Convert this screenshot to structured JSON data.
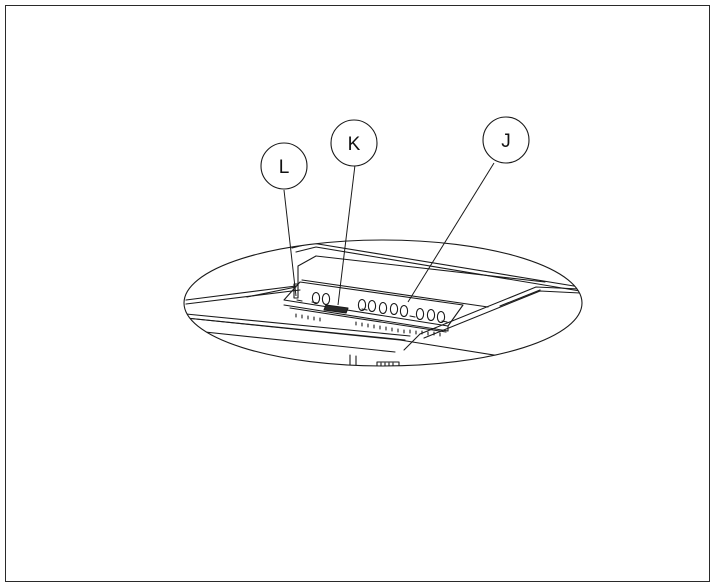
{
  "figure": {
    "callouts": [
      {
        "id": "L",
        "label": "L"
      },
      {
        "id": "K",
        "label": "K"
      },
      {
        "id": "J",
        "label": "J"
      }
    ],
    "colors": {
      "line": "#1a1a1a",
      "background": "#ffffff",
      "frame": "#2a2a2a"
    }
  }
}
